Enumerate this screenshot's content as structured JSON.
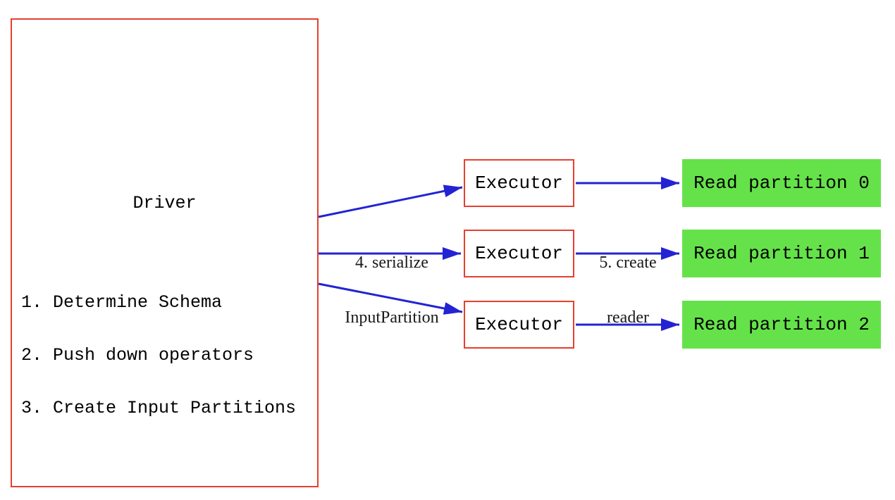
{
  "diagram": {
    "driver": {
      "title": "Driver",
      "steps": [
        "1. Determine Schema",
        "2. Push down operators",
        "3. Create Input Partitions"
      ]
    },
    "executors": [
      {
        "label": "Executor"
      },
      {
        "label": "Executor"
      },
      {
        "label": "Executor"
      }
    ],
    "partitions": [
      {
        "label": "Read partition 0"
      },
      {
        "label": "Read partition 1"
      },
      {
        "label": "Read partition 2"
      }
    ],
    "edge_labels": {
      "serialize": {
        "line1": "4. serialize",
        "line2": "InputPartition"
      },
      "create_reader": {
        "line1": "5. create",
        "line2": "reader"
      }
    },
    "colors": {
      "box_border_red": "#e5402f",
      "arrow_blue": "#2323d3",
      "partition_green": "#65e24a",
      "text_black": "#000000"
    }
  }
}
